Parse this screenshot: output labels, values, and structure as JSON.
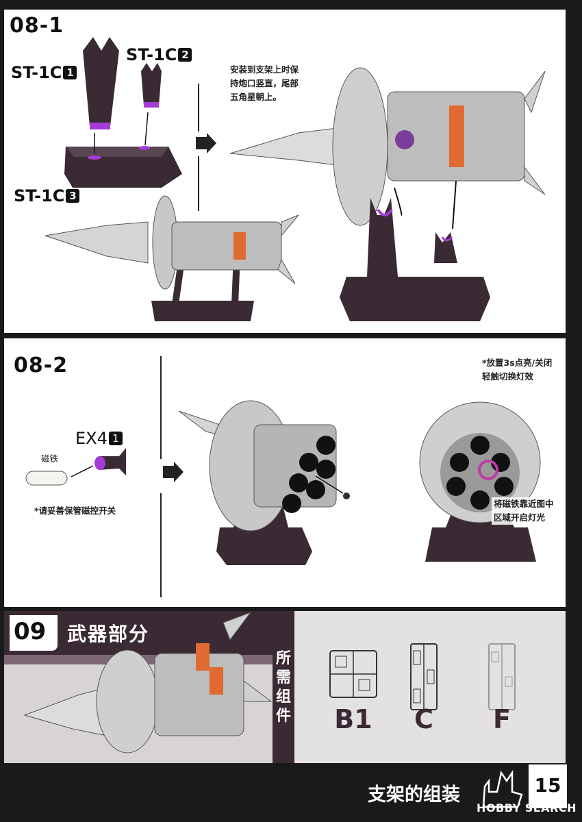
{
  "step_08_1": {
    "label": "08-1",
    "part_1": "ST-1C",
    "part_1_num": "1",
    "part_2": "ST-1C",
    "part_2_num": "2",
    "part_3": "ST-1C",
    "part_3_num": "3",
    "note_lines": [
      "安装到支架上时保",
      "持炮口竖直，尾部",
      "五角星朝上。"
    ]
  },
  "step_08_2": {
    "label": "08-2",
    "part": "EX4",
    "part_num": "1",
    "magnet_label": "磁铁",
    "care_note": "*请妥善保管磁控开关",
    "light_note_lines": [
      "*放置3s点亮/关闭",
      "轻触切换灯效"
    ],
    "magnet_note_lines": [
      "将磁铁靠近图中",
      "区域开启灯光"
    ]
  },
  "step_09": {
    "label": "09",
    "title": "武器部分",
    "required_label": [
      "所",
      "需",
      "组",
      "件"
    ],
    "runners": [
      "B1",
      "C",
      "F"
    ]
  },
  "footer": {
    "section_title": "支架的组装",
    "page_number": "15",
    "watermark": "HOBBY SEARCH"
  },
  "colors": {
    "stand": "#3a2a33",
    "accent_purple": "#a43bd6",
    "accent_orange": "#e06a32",
    "dark_bg": "#1a1a1a",
    "section_grey": "#e3e1e1"
  }
}
